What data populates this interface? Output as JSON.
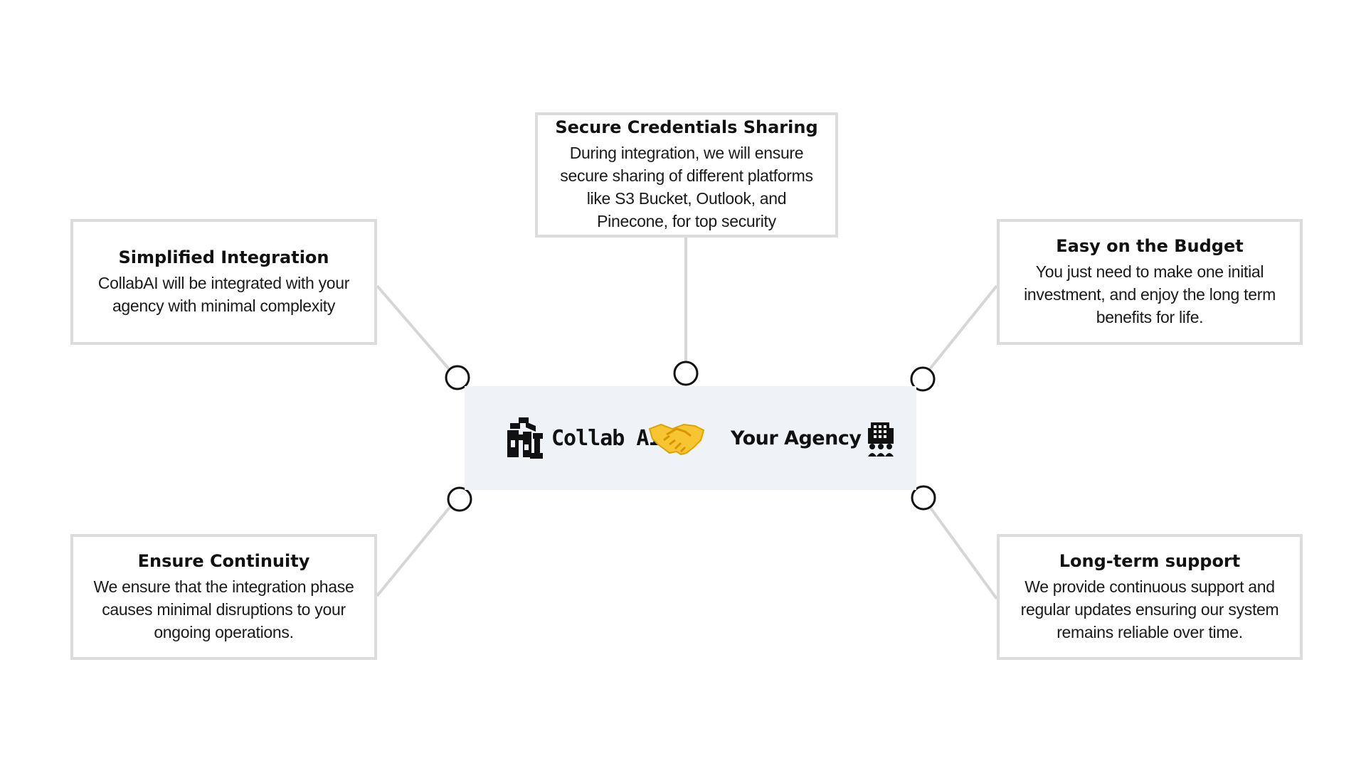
{
  "cards": {
    "security": {
      "title": "Secure Credentials Sharing",
      "body": "During integration, we will ensure secure sharing of different platforms like S3 Bucket, Outlook, and Pinecone, for top security"
    },
    "integration": {
      "title": "Simplified Integration",
      "body": "CollabAI will be integrated with your agency with minimal complexity"
    },
    "budget": {
      "title": "Easy on the Budget",
      "body": "You just need to make one initial investment, and enjoy the long term benefits for life."
    },
    "continuity": {
      "title": "Ensure Continuity",
      "body": "We ensure that the integration phase causes minimal disruptions to your ongoing operations."
    },
    "support": {
      "title": "Long-term support",
      "body": "We provide continuous support and regular updates ensuring our system remains reliable over time."
    }
  },
  "center": {
    "collab_logo_text": "Collab AI",
    "agency_text": "Your Agency",
    "collab_icon": "collab-ai-logo",
    "handshake_icon": "handshake-icon",
    "agency_icon": "office-building-people-icon"
  },
  "colors": {
    "card_border": "#dcdcdc",
    "connector": "#d6d6d6",
    "center_bg": "#eff3f7",
    "handshake": "#f7c531"
  }
}
